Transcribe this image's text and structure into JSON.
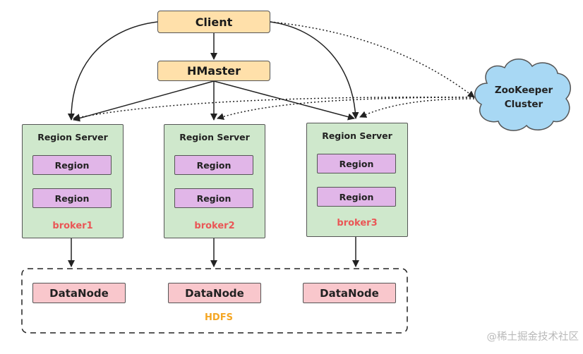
{
  "client": {
    "label": "Client"
  },
  "hmaster": {
    "label": "HMaster"
  },
  "zookeeper": {
    "line1": "ZooKeeper",
    "line2": "Cluster"
  },
  "servers": [
    {
      "title": "Region Server",
      "regions": [
        "Region",
        "Region"
      ],
      "broker": "broker1"
    },
    {
      "title": "Region Server",
      "regions": [
        "Region",
        "Region"
      ],
      "broker": "broker2"
    },
    {
      "title": "Region Server",
      "regions": [
        "Region",
        "Region"
      ],
      "broker": "broker3"
    }
  ],
  "datanodes": [
    "DataNode",
    "DataNode",
    "DataNode"
  ],
  "hdfs": {
    "label": "HDFS"
  },
  "watermark": "@稀土掘金技术社区",
  "colors": {
    "client_fill": "#ffe0aa",
    "server_fill": "#cfe8cc",
    "region_fill": "#e1b6e8",
    "datanode_fill": "#f9c7cc",
    "zookeeper_fill": "#a8d8f4",
    "broker_text": "#ea5656",
    "hdfs_text": "#f5a623"
  }
}
